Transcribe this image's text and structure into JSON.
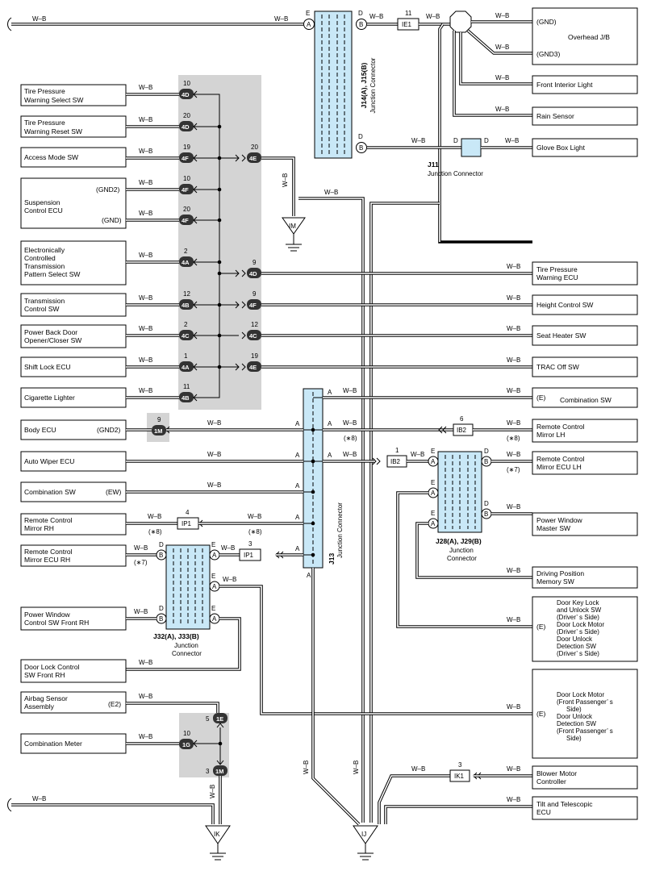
{
  "wire_color": "W–B",
  "colors": {
    "junction_fill": "#c9e8f7",
    "shade": "#d4d4d4",
    "line": "#000000"
  },
  "components_left": {
    "tire_pressure_select": [
      "Tire Pressure",
      "Warning Select SW"
    ],
    "tire_pressure_reset": [
      "Tire Pressure",
      "Warning Reset SW"
    ],
    "access_mode": "Access Mode SW",
    "suspension": {
      "lines": [
        "Suspension",
        "Control ECU"
      ],
      "pin_gnd2": "(GND2)",
      "pin_gnd": "(GND)"
    },
    "ects": [
      "Electronically",
      "Controlled",
      "Transmission",
      "Pattern Select SW"
    ],
    "transmission_control": [
      "Transmission",
      "Control SW"
    ],
    "power_back_door": [
      "Power Back Door",
      "Opener/Closer SW"
    ],
    "shift_lock": "Shift Lock ECU",
    "cigarette_lighter": "Cigarette Lighter",
    "body_ecu": {
      "name": "Body ECU",
      "pin": "(GND2)"
    },
    "auto_wiper": "Auto Wiper ECU",
    "combination_sw": {
      "name": "Combination SW",
      "pin": "(EW)"
    },
    "mirror_rh": [
      "Remote Control",
      "Mirror RH"
    ],
    "mirror_ecu_rh": [
      "Remote Control",
      "Mirror ECU RH"
    ],
    "power_window_rh": [
      "Power Window",
      "Control SW Front RH"
    ],
    "door_lock_rh": [
      "Door Lock Control",
      "SW Front RH"
    ],
    "airbag": {
      "lines": [
        "Airbag Sensor",
        "Assembly"
      ],
      "pin": "(E2)"
    },
    "combination_meter": "Combination Meter"
  },
  "components_right": {
    "overhead_jb": {
      "name": "Overhead J/B",
      "pin_gnd": "(GND)",
      "pin_gnd3": "(GND3)"
    },
    "front_interior_light": "Front Interior Light",
    "rain_sensor": "Rain Sensor",
    "glove_box_light": "Glove Box Light",
    "tire_pressure_ecu": [
      "Tire Pressure",
      "Warning ECU"
    ],
    "height_control": "Height Control SW",
    "seat_heater": "Seat Heater SW",
    "trac_off": "TRAC Off SW",
    "combination_sw": {
      "name": "Combination SW",
      "pin": "(E)"
    },
    "mirror_lh": [
      "Remote Control",
      "Mirror LH"
    ],
    "mirror_ecu_lh": [
      "Remote Control",
      "Mirror ECU LH"
    ],
    "power_window_master": [
      "Power Window",
      "Master SW"
    ],
    "driving_position": [
      "Driving Position",
      "Memory SW"
    ],
    "door_key_lock": {
      "lines": [
        "Door Key Lock",
        "and Unlock SW",
        "(Driver’ s Side)",
        "Door Lock Motor",
        "(Driver’ s Side)",
        "Door Unlock",
        "Detection SW",
        "(Driver’ s Side)"
      ],
      "pin": "(E)"
    },
    "door_lock_motor_fp": {
      "lines": [
        "Door Lock Motor",
        "(Front Passenger’ s",
        "Side)",
        "Door Unlock",
        "Detection SW",
        "(Front Passenger’ s",
        "Side)"
      ],
      "pin": "(E)"
    },
    "blower_motor": [
      "Blower Motor",
      "Controller"
    ],
    "tilt_telescopic": [
      "Tilt and Telescopic",
      "ECU"
    ]
  },
  "junctions": {
    "j14": {
      "name": "J14(A), J15(B)",
      "sub": "Junction Connector",
      "pin_top_left": "E",
      "pin_top_right": "D",
      "pin_right2": "D"
    },
    "j11": {
      "name": "J11",
      "sub": "Junction Connector",
      "pin_left": "D",
      "pin_right": "D"
    },
    "j13": {
      "name": "J13",
      "sub": "Junction Connector",
      "pin_a": "A"
    },
    "j28": {
      "name": "J28(A), J29(B)",
      "sub": [
        "Junction",
        "Connector"
      ],
      "pin_e": "E",
      "pin_d": "D"
    },
    "j32": {
      "name": "J32(A), J33(B)",
      "sub": [
        "Junction",
        "Connector"
      ],
      "pin_e": "E",
      "pin_d": "D"
    }
  },
  "inline_connectors": {
    "ie1": {
      "label": "IE1",
      "pin": "11"
    },
    "ib2_top": {
      "label": "IB2",
      "pin": "6"
    },
    "ib2_mid": {
      "label": "IB2",
      "pin": "1"
    },
    "ip1_top": {
      "label": "IP1",
      "pin": "4"
    },
    "ip1_mid": {
      "label": "IP1",
      "pin": "3"
    },
    "ik1": {
      "label": "IK1",
      "pin": "3"
    }
  },
  "connector_pins": {
    "c4d_a": {
      "label": "4D",
      "num": "10"
    },
    "c4d_b": {
      "label": "4D",
      "num": "20"
    },
    "c4f_a": {
      "label": "4F",
      "num": "19"
    },
    "c4e_a": {
      "label": "4E",
      "num": "20"
    },
    "c4f_b": {
      "label": "4F",
      "num": "10"
    },
    "c4f_c": {
      "label": "4F",
      "num": "20"
    },
    "c4a_a": {
      "label": "4A",
      "num": "2"
    },
    "c4d_c": {
      "label": "4D",
      "num": "9"
    },
    "c4b_a": {
      "label": "4B",
      "num": "12"
    },
    "c4f_d": {
      "label": "4F",
      "num": "9"
    },
    "c4c_a": {
      "label": "4C",
      "num": "2"
    },
    "c4c_b": {
      "label": "4C",
      "num": "12"
    },
    "c4a_b": {
      "label": "4A",
      "num": "1"
    },
    "c4e_b": {
      "label": "4E",
      "num": "19"
    },
    "c4b_b": {
      "label": "4B",
      "num": "11"
    },
    "c1m_a": {
      "label": "1M",
      "num": "9"
    },
    "c1e": {
      "label": "1E",
      "num": "5"
    },
    "c1g": {
      "label": "1G",
      "num": "10"
    },
    "c1m_b": {
      "label": "1M",
      "num": "3"
    }
  },
  "grounds": {
    "im": "IM",
    "ik": "IK",
    "ij": "IJ"
  },
  "notes": {
    "n8": "(∗8)",
    "n7": "(∗7)"
  }
}
